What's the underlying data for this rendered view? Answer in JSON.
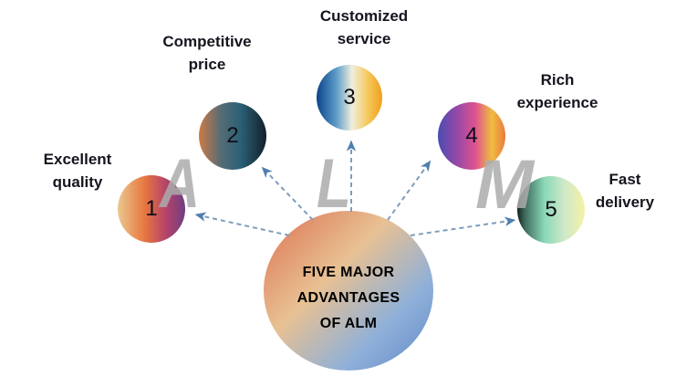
{
  "center": {
    "lines": [
      "FIVE MAJOR",
      "ADVANTAGES",
      "OF ALM"
    ]
  },
  "letters": [
    {
      "char": "A"
    },
    {
      "char": "L"
    },
    {
      "char": "M"
    }
  ],
  "advantages": [
    {
      "number": "1",
      "lines": [
        "Excellent",
        "quality"
      ]
    },
    {
      "number": "2",
      "lines": [
        "Competitive",
        "price"
      ]
    },
    {
      "number": "3",
      "lines": [
        "Customized",
        "service"
      ]
    },
    {
      "number": "4",
      "lines": [
        "Rich",
        "experience"
      ]
    },
    {
      "number": "5",
      "lines": [
        "Fast",
        "delivery"
      ]
    }
  ],
  "colors": {
    "background": "#ffffff",
    "label_text": "#15151f",
    "watermark_gray": "#ababab",
    "arrow_line": "#7e9dbd",
    "arrow_head": "#4f7fae",
    "center_gradient": [
      "#dc7150",
      "#e8c193",
      "#8fb0d8",
      "#6089c8"
    ],
    "circle1_gradient": [
      "#e9c98f",
      "#e8763f",
      "#b4426b",
      "#6f3e7f"
    ],
    "circle2_gradient": [
      "#cf7a45",
      "#566d74",
      "#2a6076",
      "#131f2b"
    ],
    "circle3_gradient": [
      "#0c4289",
      "#5c9cc8",
      "#f0eedd",
      "#f5c85c",
      "#efa01e"
    ],
    "circle4_gradient": [
      "#4a4cb2",
      "#9a49a6",
      "#dd5192",
      "#f0bc40",
      "#ec7a40"
    ],
    "circle5_gradient": [
      "#17231f",
      "#3f6e60",
      "#8ad8b8",
      "#cfe9c8",
      "#f5f1a5"
    ]
  }
}
